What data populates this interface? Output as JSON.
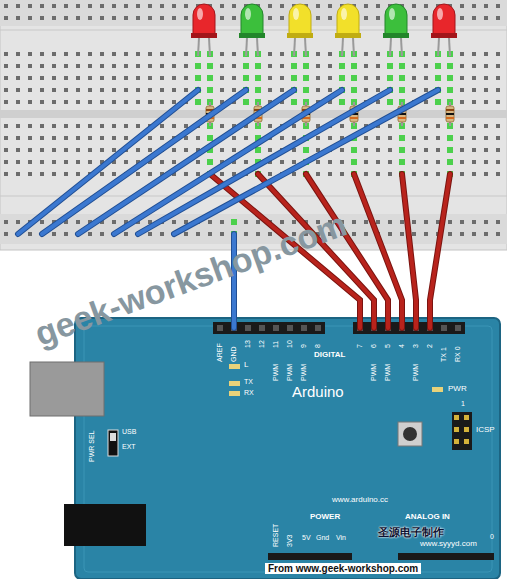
{
  "diagram": {
    "caption": "From www.geek-workshop.com",
    "labels": [
      "AREF",
      "GND",
      "13",
      "12",
      "11",
      "10",
      "9",
      "8",
      "7",
      "6",
      "5",
      "4",
      "3",
      "2",
      "TX 1",
      "RX 0",
      "DIGITAL",
      "PWM",
      "PWM",
      "PWM",
      "PWM",
      "PWM",
      "PWM",
      "L",
      "TX",
      "RX",
      "Arduino",
      "PWR",
      "1",
      "ICSP",
      "PWR SEL",
      "USB",
      "EXT",
      "www.arduino.cc",
      "RESET",
      "3V3",
      "POWER",
      "5V",
      "Gnd",
      "Vin",
      "ANALOG IN",
      "0",
      "geek-workshop.com",
      "圣源电子制作",
      "www.syyyd.com"
    ]
  }
}
